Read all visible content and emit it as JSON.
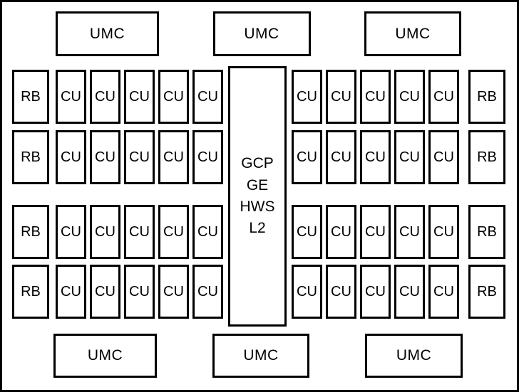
{
  "umc": {
    "top": [
      "UMC",
      "UMC",
      "UMC"
    ],
    "bottom": [
      "UMC",
      "UMC",
      "UMC"
    ]
  },
  "grid": {
    "left": [
      [
        "RB",
        "CU",
        "CU",
        "CU",
        "CU",
        "CU"
      ],
      [
        "RB",
        "CU",
        "CU",
        "CU",
        "CU",
        "CU"
      ],
      [
        "RB",
        "CU",
        "CU",
        "CU",
        "CU",
        "CU"
      ],
      [
        "RB",
        "CU",
        "CU",
        "CU",
        "CU",
        "CU"
      ]
    ],
    "right": [
      [
        "CU",
        "CU",
        "CU",
        "CU",
        "CU",
        "RB"
      ],
      [
        "CU",
        "CU",
        "CU",
        "CU",
        "CU",
        "RB"
      ],
      [
        "CU",
        "CU",
        "CU",
        "CU",
        "CU",
        "RB"
      ],
      [
        "CU",
        "CU",
        "CU",
        "CU",
        "CU",
        "RB"
      ]
    ]
  },
  "center": {
    "lines": [
      "GCP",
      "GE",
      "HWS",
      "L2"
    ]
  },
  "colors": {
    "line": "#000000",
    "background": "#ffffff"
  }
}
